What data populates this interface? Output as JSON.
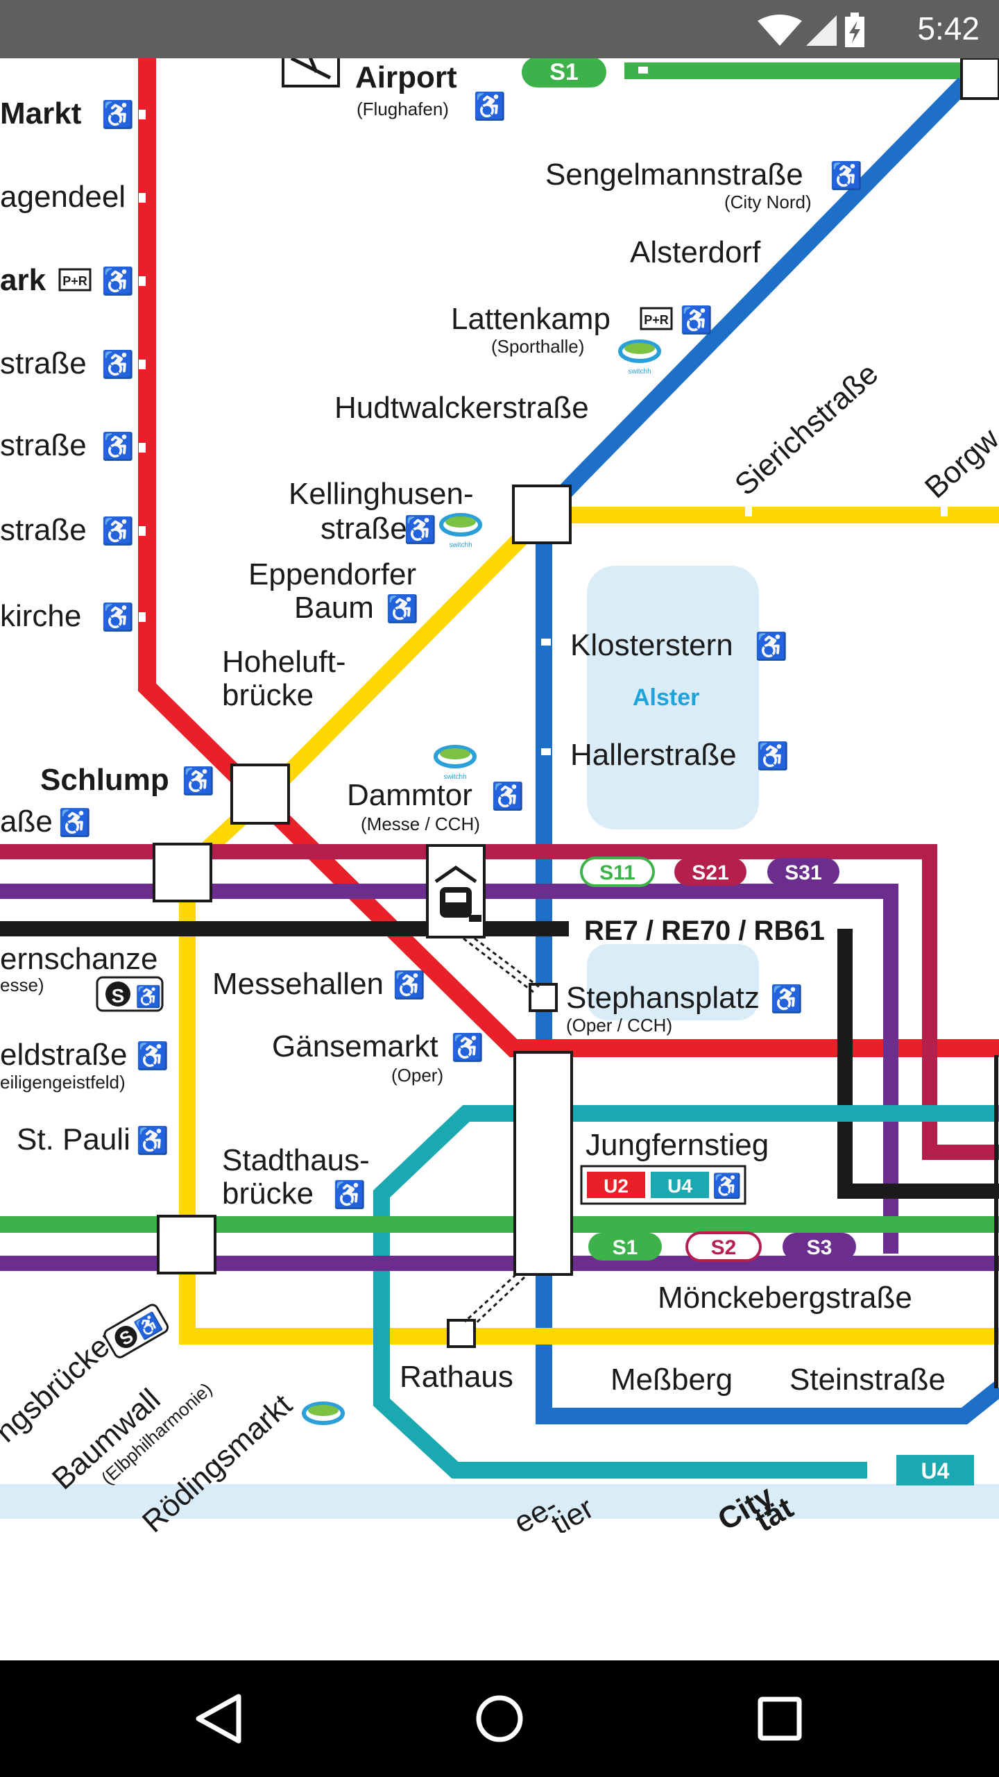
{
  "status_bar": {
    "time": "5:42",
    "icons": [
      "wifi-icon",
      "cell-signal-icon",
      "battery-charging-icon"
    ]
  },
  "map": {
    "stations": {
      "airport": "Airport",
      "flughafen": "(Flughafen)",
      "markt": "Markt",
      "agendeel": "agendeel",
      "ark": "ark",
      "strasse1": "straße",
      "strasse2": "straße",
      "strasse3": "straße",
      "kirche": "kirche",
      "sengelmann": "Sengelmannstraße",
      "city_nord": "(City Nord)",
      "alsterdorf": "Alsterdorf",
      "lattenkamp": "Lattenkamp",
      "sporthalle": "(Sporthalle)",
      "hudtwalcker": "Hudtwalckerstraße",
      "sierich": "Sierichstraße",
      "borgw": "Borgw",
      "kelling1": "Kellinghusen-",
      "kelling2": "straße",
      "eppendorfer1": "Eppendorfer",
      "eppendorfer2": "Baum",
      "klosterstern": "Klosterstern",
      "alster": "Alster",
      "hoheluft1": "Hoheluft-",
      "hoheluft2": "brücke",
      "hallerstrasse": "Hallerstraße",
      "schlump": "Schlump",
      "abe": "aße",
      "dammtor": "Dammtor",
      "messe_cch": "(Messe / CCH)",
      "re_lines": "RE7 / RE70 / RB61",
      "sternschanze": "ernschanze",
      "esse": "esse)",
      "messehallen": "Messehallen",
      "stephansplatz": "Stephansplatz",
      "oper_cch": "(Oper / CCH)",
      "feldstrasse": "eldstraße",
      "heiligengeistfeld": "eiligengeistfeld)",
      "gaensemarkt": "Gänsemarkt",
      "oper": "(Oper)",
      "st_pauli": "St. Pauli",
      "jungfernstieg": "Jungfernstieg",
      "stadthaus1": "Stadthaus-",
      "stadthaus2": "brücke",
      "moenckeberg": "Mönckebergstraße",
      "landungsbruecken": "ngsbrücken",
      "baumwall": "Baumwall",
      "elbphilharmonie": "(Elbphilharmonie)",
      "roedingsmarkt": "Rödingsmarkt",
      "rathaus": "Rathaus",
      "messberg": "Meßberg",
      "steinstrasse": "Steinstraße",
      "hafencity1": "ee-",
      "hafencity2": "tier",
      "city": "City",
      "universitaet": "tät"
    },
    "badges": {
      "s1_top": "S1",
      "s11": "S11",
      "s21": "S21",
      "s31": "S31",
      "u2": "U2",
      "u4": "U4",
      "s1": "S1",
      "s2": "S2",
      "s3": "S3",
      "u4_right": "U4",
      "pr": "P+R",
      "s_symbol": "S",
      "switchh": "switchh"
    },
    "colors": {
      "u1": "#1e6fc8",
      "u2": "#e8202a",
      "u3": "#ffd700",
      "u4": "#1aa9b0",
      "s1": "#3db24a",
      "s21": "#b41f4e",
      "s3": "#6b2e8f",
      "re": "#1a1a1a",
      "alster": "#d9ecf7",
      "alster_text": "#1fa3dd",
      "elbe": "#d9ecf7"
    }
  },
  "nav_bar": {
    "buttons": [
      "back-icon",
      "home-icon",
      "recent-apps-icon"
    ]
  }
}
